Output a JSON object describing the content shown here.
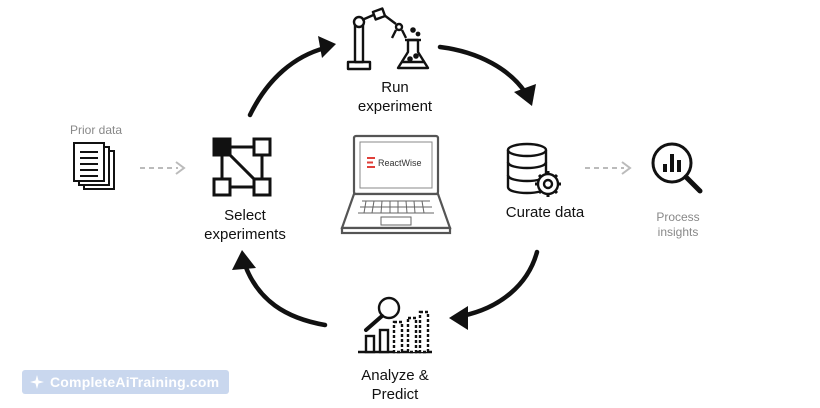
{
  "nodes": {
    "prior_data": "Prior data",
    "run_experiment_line1": "Run",
    "run_experiment_line2": "experiment",
    "curate_data": "Curate data",
    "process_insights_line1": "Process",
    "process_insights_line2": "insights",
    "analyze_line1": "Analyze &",
    "analyze_line2": "Predict",
    "select_line1": "Select",
    "select_line2": "experiments"
  },
  "center": {
    "brand": "ReactWise",
    "brand_color": "#e0403a"
  },
  "icons": {
    "prior_data": "documents-icon",
    "run_experiment": "robot-arm-flask-icon",
    "curate_data": "database-gear-icon",
    "process_insights": "magnifier-chart-icon",
    "analyze_predict": "magnifier-bar-chart-icon",
    "select_experiments": "grid-nodes-icon",
    "center": "laptop-icon"
  },
  "watermark": {
    "text": "CompleteAiTraining.com",
    "bg_color": "#c9d7ee"
  },
  "colors": {
    "stroke": "#111111",
    "muted": "#888888",
    "dashed": "#bbbbbb"
  }
}
